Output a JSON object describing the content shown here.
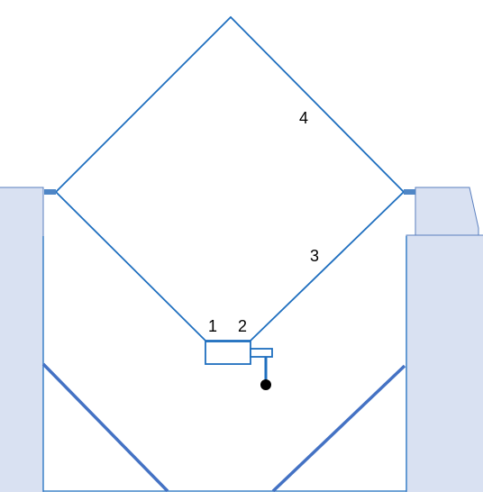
{
  "colors": {
    "line": "#1f6fbf",
    "wall_fill": "#d9e1f2",
    "wall_stroke": "#5a7fbf",
    "hinge": "#4f86c6",
    "deflector": "#4472c4",
    "weight": "#000000",
    "text": "#000000"
  },
  "labels": {
    "one": "1",
    "two": "2",
    "three": "3",
    "four": "4"
  }
}
